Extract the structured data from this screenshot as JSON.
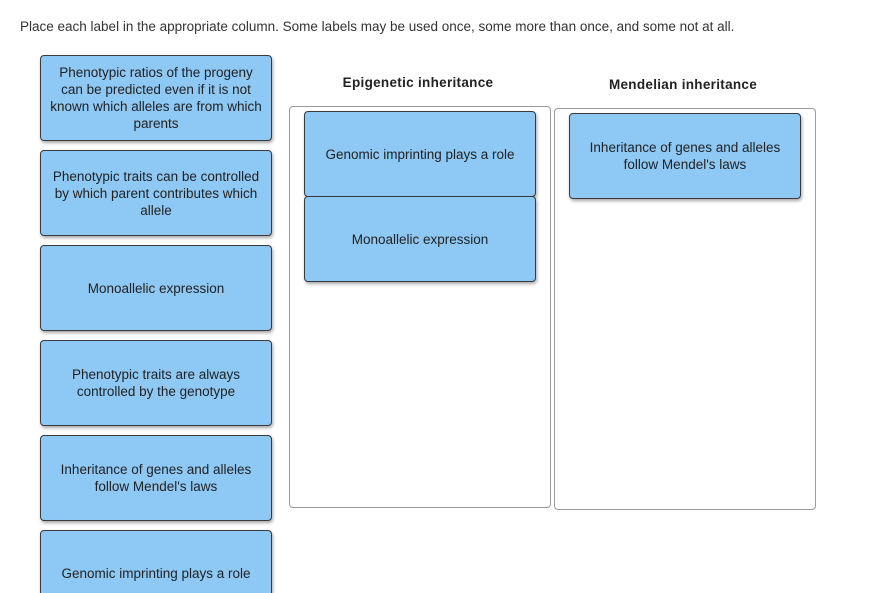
{
  "instructions": "Place each label in the appropriate column.  Some labels may be used once, some more than once, and some not at all.",
  "label_bank": [
    {
      "text": "Phenotypic ratios of the progeny can be predicted even if it is not known which alleles are from which parents"
    },
    {
      "text": "Phenotypic traits can be controlled by which parent contributes which allele"
    },
    {
      "text": "Monoallelic expression"
    },
    {
      "text": "Phenotypic traits are always controlled by the genotype"
    },
    {
      "text": "Inheritance of genes and alleles follow Mendel's laws"
    },
    {
      "text": "Genomic imprinting plays a role"
    }
  ],
  "columns": [
    {
      "title": "Epigenetic inheritance",
      "placed_labels": [
        {
          "text": "Genomic imprinting plays a role"
        },
        {
          "text": "Monoallelic expression"
        }
      ]
    },
    {
      "title": "Mendelian inheritance",
      "placed_labels": [
        {
          "text": "Inheritance of genes and alleles follow Mendel's laws"
        }
      ]
    }
  ],
  "colors": {
    "label_fill": "#8ec8f5",
    "label_border": "#3a3a3a",
    "zone_border": "#9a9a9a"
  }
}
